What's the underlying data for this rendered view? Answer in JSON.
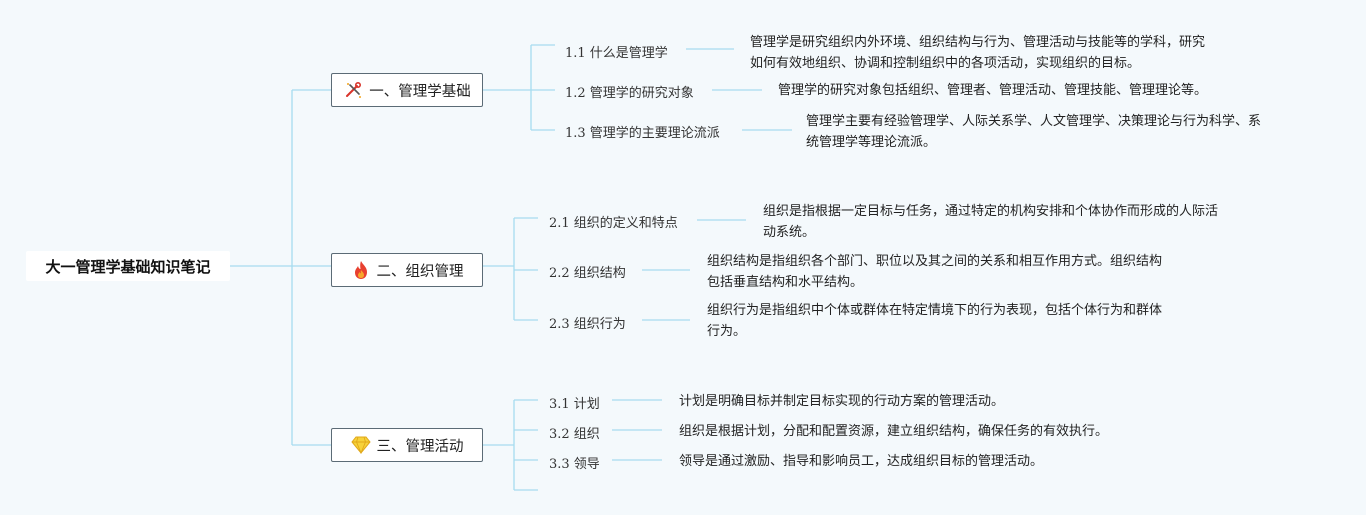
{
  "root": {
    "title": "大一管理学基础知识笔记"
  },
  "branches": [
    {
      "label": "一、管理学基础",
      "icon": "tools-icon",
      "children": [
        {
          "label": "1.1 什么是管理学",
          "desc": [
            "管理学是研究组织内外环境、组织结构与行为、管理活动与技能等的学科，研究",
            "如何有效地组织、协调和控制组织中的各项活动，实现组织的目标。"
          ]
        },
        {
          "label": "1.2 管理学的研究对象",
          "desc": [
            "管理学的研究对象包括组织、管理者、管理活动、管理技能、管理理论等。"
          ]
        },
        {
          "label": "1.3 管理学的主要理论流派",
          "desc": [
            "管理学主要有经验管理学、人际关系学、人文管理学、决策理论与行为科学、系",
            "统管理学等理论流派。"
          ]
        }
      ]
    },
    {
      "label": "二、组织管理",
      "icon": "fire-icon",
      "children": [
        {
          "label": "2.1 组织的定义和特点",
          "desc": [
            "组织是指根据一定目标与任务，通过特定的机构安排和个体协作而形成的人际活",
            "动系统。"
          ]
        },
        {
          "label": "2.2 组织结构",
          "desc": [
            "组织结构是指组织各个部门、职位以及其之间的关系和相互作用方式。组织结构",
            "包括垂直结构和水平结构。"
          ]
        },
        {
          "label": "2.3 组织行为",
          "desc": [
            "组织行为是指组织中个体或群体在特定情境下的行为表现，包括个体行为和群体",
            "行为。"
          ]
        }
      ]
    },
    {
      "label": "三、管理活动",
      "icon": "diamond-icon",
      "children": [
        {
          "label": "3.1 计划",
          "desc": [
            "计划是明确目标并制定目标实现的行动方案的管理活动。"
          ]
        },
        {
          "label": "3.2 组织",
          "desc": [
            "组织是根据计划，分配和配置资源，建立组织结构，确保任务的有效执行。"
          ]
        },
        {
          "label": "3.3 领导",
          "desc": [
            "领导是通过激励、指导和影响员工，达成组织目标的管理活动。"
          ]
        }
      ]
    }
  ],
  "colors": {
    "line": "#a6dcef",
    "background": "#f4f9fc",
    "border": "#5b6b76"
  }
}
